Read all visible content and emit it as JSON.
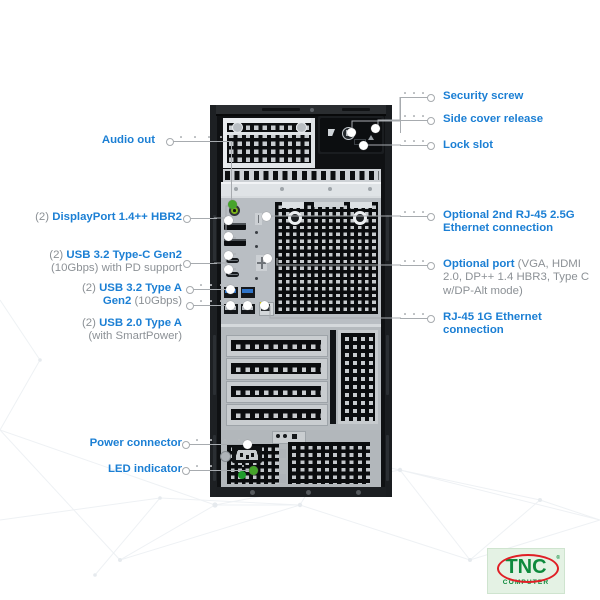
{
  "diagram": {
    "title": "Desktop tower rear panel port diagram",
    "label_color": "#1b7fd4",
    "muted_color": "#8c9196",
    "leader_color": "#a7abaf"
  },
  "labels_left": [
    {
      "id": "audio-out",
      "name": "Audio out",
      "lines": [
        {
          "main": "Audio out",
          "muted": ""
        }
      ]
    },
    {
      "id": "displayport",
      "name": "(2) DisplayPort 1.4++ HBR2",
      "lines": [
        {
          "prefix": "(2) ",
          "main": "DisplayPort 1.4++ HBR2",
          "muted": ""
        }
      ]
    },
    {
      "id": "usb-type-c",
      "name": "(2) USB 3.2 Type-C Gen2 (10Gbps) with PD support",
      "lines": [
        {
          "prefix": "(2) ",
          "main": "USB 3.2 Type-C Gen2",
          "muted": ""
        },
        {
          "prefix": "",
          "main": "",
          "muted": "(10Gbps) with PD support"
        }
      ]
    },
    {
      "id": "usb-32-type-a",
      "name": "(2) USB 3.2 Type A Gen2 (10Gbps)",
      "lines": [
        {
          "prefix": "(2) ",
          "main": "USB 3.2 Type A",
          "muted": ""
        },
        {
          "prefix": "",
          "main": "Gen2 ",
          "muted": "(10Gbps)"
        }
      ]
    },
    {
      "id": "usb-20-type-a",
      "name": "(2) USB 2.0 Type A (with SmartPower)",
      "lines": [
        {
          "prefix": "(2) ",
          "main": "USB 2.0 Type A",
          "muted": ""
        },
        {
          "prefix": "",
          "main": "",
          "muted": "(with SmartPower)"
        }
      ]
    },
    {
      "id": "power-connector",
      "name": "Power connector",
      "lines": [
        {
          "main": "Power connector",
          "muted": ""
        }
      ]
    },
    {
      "id": "led-indicator",
      "name": "LED indicator",
      "lines": [
        {
          "main": "LED indicator",
          "muted": ""
        }
      ]
    }
  ],
  "labels_right": [
    {
      "id": "security-screw",
      "name": "Security screw",
      "lines": [
        {
          "main": "Security screw",
          "muted": ""
        }
      ]
    },
    {
      "id": "side-cover-release",
      "name": "Side cover release",
      "lines": [
        {
          "main": "Side cover release",
          "muted": ""
        }
      ]
    },
    {
      "id": "lock-slot",
      "name": "Lock slot",
      "lines": [
        {
          "main": "Lock slot",
          "muted": ""
        }
      ]
    },
    {
      "id": "optional-rj45-25g",
      "name": "Optional 2nd RJ-45 2.5G Ethernet connection",
      "lines": [
        {
          "main": "Optional 2nd RJ-45 2.5G",
          "muted": ""
        },
        {
          "main": "Ethernet connection",
          "muted": ""
        }
      ]
    },
    {
      "id": "optional-port",
      "name": "Optional port (VGA, HDMI 2.0, DP++ 1.4 HBR3, Type C w/DP-Alt mode)",
      "lines": [
        {
          "main": "Optional port ",
          "muted": "(VGA, HDMI"
        },
        {
          "main": "",
          "muted": "2.0, DP++ 1.4 HBR3, Type C"
        },
        {
          "main": "",
          "muted": "w/DP-Alt mode)"
        }
      ]
    },
    {
      "id": "rj45-1g",
      "name": "RJ-45 1G Ethernet connection",
      "lines": [
        {
          "main": "RJ-45 1G Ethernet",
          "muted": ""
        },
        {
          "main": "connection",
          "muted": ""
        }
      ]
    }
  ],
  "logo": {
    "brand": "TNC",
    "sub": "COMPUTER",
    "registered": "®",
    "green": "#0e8a3c",
    "red": "#e01f26",
    "background": "#e4f2e4"
  }
}
